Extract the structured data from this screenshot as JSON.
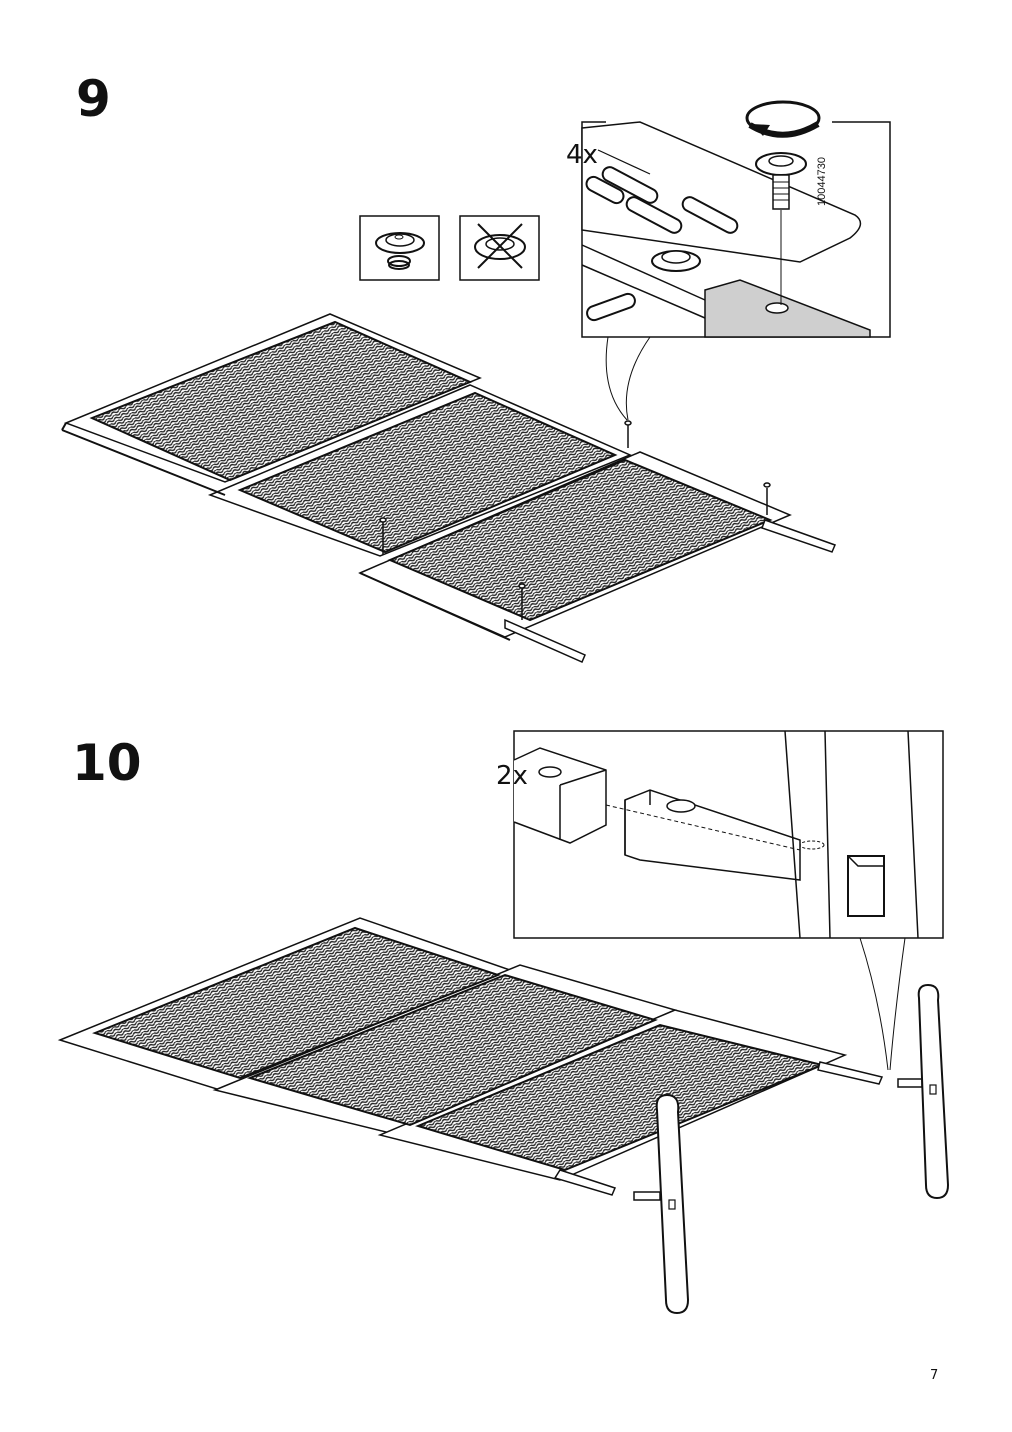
{
  "page": {
    "number": "7"
  },
  "steps": [
    {
      "number": "9",
      "quantity": "4x",
      "part_number": "10044730",
      "icons": [
        "screw-with-spring-washer-icon",
        "no-washer-cross-icon"
      ],
      "rotation_icon": "clockwise-rotation-icon"
    },
    {
      "number": "10",
      "quantity": "2x"
    }
  ]
}
